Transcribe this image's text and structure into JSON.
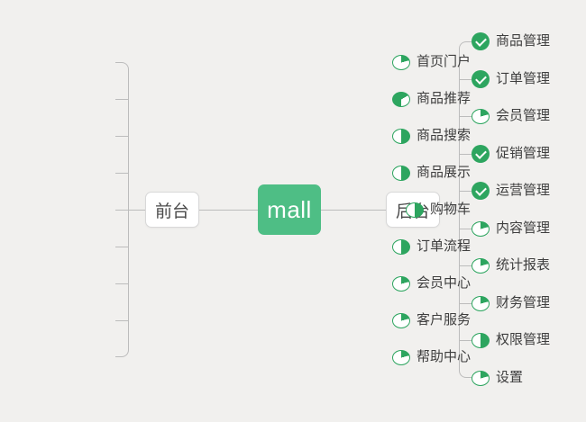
{
  "root": {
    "label": "mall"
  },
  "branches": {
    "left": {
      "label": "前台",
      "items": [
        {
          "label": "首页门户",
          "icon": "pie-quarter"
        },
        {
          "label": "商品推荐",
          "icon": "pie-three-quarter"
        },
        {
          "label": "商品搜索",
          "icon": "pie-half"
        },
        {
          "label": "商品展示",
          "icon": "pie-half"
        },
        {
          "label": "购物车",
          "icon": "pie-half"
        },
        {
          "label": "订单流程",
          "icon": "pie-half"
        },
        {
          "label": "会员中心",
          "icon": "pie-quarter"
        },
        {
          "label": "客户服务",
          "icon": "pie-quarter"
        },
        {
          "label": "帮助中心",
          "icon": "pie-quarter"
        }
      ]
    },
    "right": {
      "label": "后台",
      "items": [
        {
          "label": "商品管理",
          "icon": "check"
        },
        {
          "label": "订单管理",
          "icon": "check"
        },
        {
          "label": "会员管理",
          "icon": "pie-quarter"
        },
        {
          "label": "促销管理",
          "icon": "check"
        },
        {
          "label": "运营管理",
          "icon": "check"
        },
        {
          "label": "内容管理",
          "icon": "pie-quarter"
        },
        {
          "label": "统计报表",
          "icon": "pie-quarter"
        },
        {
          "label": "财务管理",
          "icon": "pie-quarter"
        },
        {
          "label": "权限管理",
          "icon": "pie-half"
        },
        {
          "label": "设置",
          "icon": "pie-quarter"
        }
      ]
    }
  },
  "colors": {
    "background": "#f1f0ee",
    "root_node_green": "#4ebe85",
    "icon_green": "#2da55f",
    "connector_line": "#bcbcbc",
    "text": "#3e3e3e"
  }
}
